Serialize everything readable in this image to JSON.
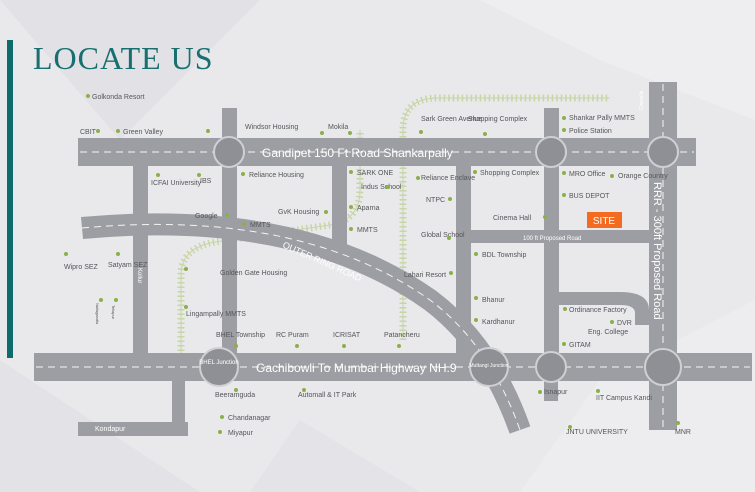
{
  "title": "LOCATE US",
  "colors": {
    "accent": "#0f6b6b",
    "title": "#186f6f",
    "road": "#9d9ea3",
    "label": "#55565a",
    "dot": "#8bb04a",
    "site": "#f36b21",
    "rail": "#c8d5a6"
  },
  "roads": {
    "gandipet": "Gandipet 150 Ft Road  Shankarpally",
    "gachibowli": "Gachibowli To Mumbai Highway NH.9",
    "orr": "OUTER RING ROAD",
    "rrr": "RRR - 300ft Proposed Road",
    "proposed100": "100 ft Proposed Road",
    "chevella": "Chevella",
    "kollur": "Kollur",
    "nallagandla": "Nallagandla",
    "tellapur": "Tellapur"
  },
  "junctions": {
    "bhel": "BHEL Junction",
    "muttangi": "Muttangi Junction"
  },
  "site": "SITE",
  "places": {
    "golkonda": "Golkonda Resort",
    "cbit": "CBIT",
    "green_valley": "Green Valley",
    "windsor": "Windsor Housing",
    "mokila": "Mokila",
    "sark_green": "Sark Green Avenue",
    "shopping_complex_top": "Shopping Complex",
    "shankar_pally_mmts": "Shankar Pally MMTS",
    "police_station": "Police Station",
    "icfai": "ICFAI University",
    "ibs": "IBS",
    "reliance_housing": "Reliance Housing",
    "sark_one": "SARK ONE",
    "indus": "Indus School",
    "aparna": "Aparna",
    "mmts_mid": "MMTS",
    "reliance_enclave": "Reliance Enclave",
    "ntpc": "NTPC",
    "shopping_complex_mid": "Shopping Complex",
    "mro": "MRO Office",
    "orange": "Orange Country",
    "bus_depot": "BUS DEPOT",
    "google": "Google",
    "mmts_left": "MMTS",
    "gvk": "GvK Housing",
    "cinema": "Cinema Hall",
    "global": "Global School",
    "bdl": "BDL Township",
    "wipro": "Wipro SEZ",
    "satyam": "Satyam SEZ",
    "golden_gate": "Golden Gate Housing",
    "lahari": "Lahari Resort",
    "bhanur": "Bhanur",
    "kardhanur": "Kardhanur",
    "lingampally": "Lingampally MMTS",
    "bhel_township": "BHEL Township",
    "rc_puram": "RC Puram",
    "icrisat": "ICRISAT",
    "patancheru": "Patancheru",
    "ordinance": "Ordinance Factory",
    "dvr": "DVR",
    "eng_college": "Eng. College",
    "gitam": "GITAM",
    "beeramguda": "Beeramguda",
    "automall": "Automall & IT Park",
    "isnapur": "Isnapur",
    "iit": "IIT Campus Kandi",
    "chandanagar": "Chandanagar",
    "miyapur": "Miyapur",
    "kondapur": "Kondapur",
    "jntu": "JNTU UNIVERSITY",
    "mnr": "MNR"
  }
}
